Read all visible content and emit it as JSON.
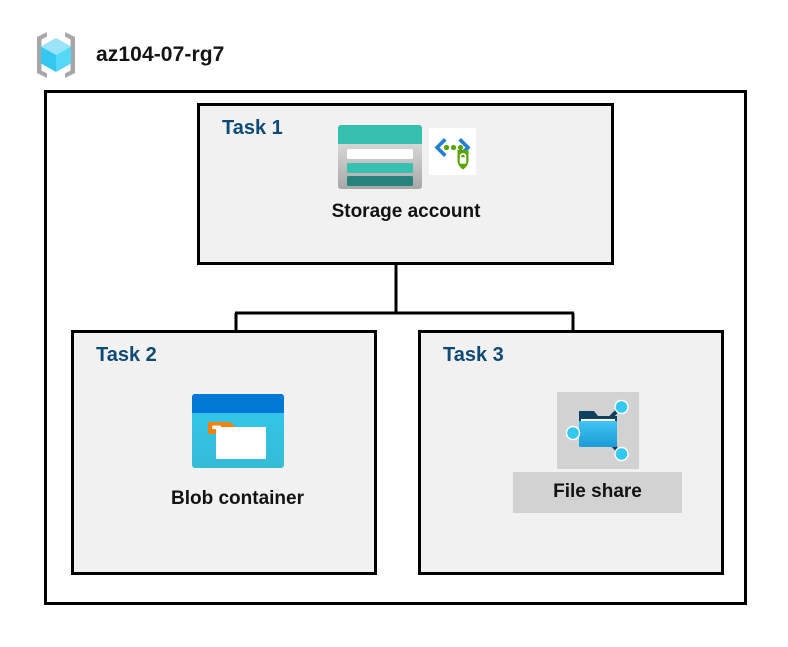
{
  "diagram": {
    "type": "azure-architecture",
    "title": "az104-07-rg7",
    "resource_group_icon": "resource-group-cube-icon",
    "colors": {
      "task_label": "#0e4a76",
      "box_fill": "#f1f1f1",
      "box_border": "#000000",
      "page_background": "#ffffff",
      "selection_highlight": "#d2d2d2",
      "storage_teal": "#37bfb0",
      "storage_teal_dark": "#27847c",
      "blob_blue": "#0078d4",
      "blob_cyan": "#32c8eb",
      "blob_orange": "#f2820c",
      "fileshare_blue": "#32bdef",
      "shield_green": "#57a300",
      "chevron_blue": "#0078d4"
    }
  },
  "tasks": [
    {
      "label": "Task 1",
      "node_caption": "Storage account",
      "icon": "storage-account-icon",
      "secondary_icon": "secure-transfer-shield-icon",
      "selected": false
    },
    {
      "label": "Task 2",
      "node_caption": "Blob container",
      "icon": "blob-container-icon",
      "secondary_icon": null,
      "selected": false
    },
    {
      "label": "Task 3",
      "node_caption": "File share",
      "icon": "file-share-icon",
      "secondary_icon": null,
      "selected": true
    }
  ],
  "connectors": [
    {
      "from": "Task 1",
      "to": "Task 2"
    },
    {
      "from": "Task 1",
      "to": "Task 3"
    }
  ]
}
